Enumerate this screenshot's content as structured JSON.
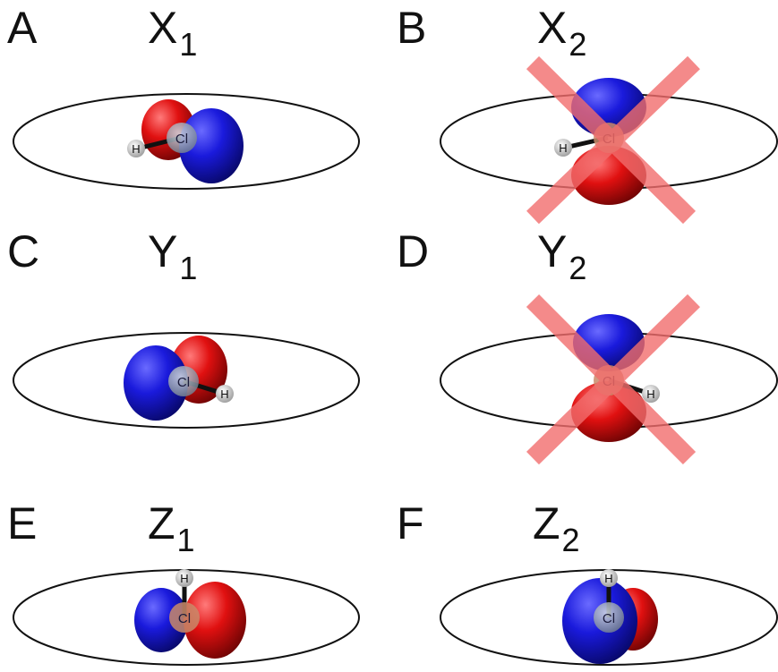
{
  "panels": [
    {
      "letter": "A",
      "title_main": "X",
      "title_sub": "1",
      "view": "x1",
      "crossed": false
    },
    {
      "letter": "B",
      "title_main": "X",
      "title_sub": "2",
      "view": "x2",
      "crossed": true
    },
    {
      "letter": "C",
      "title_main": "Y",
      "title_sub": "1",
      "view": "y1",
      "crossed": false
    },
    {
      "letter": "D",
      "title_main": "Y",
      "title_sub": "2",
      "view": "y2",
      "crossed": true
    },
    {
      "letter": "E",
      "title_main": "Z",
      "title_sub": "1",
      "view": "z1",
      "crossed": false
    },
    {
      "letter": "F",
      "title_main": "Z",
      "title_sub": "2",
      "view": "z2",
      "crossed": false
    }
  ],
  "atoms": {
    "chlorine": "Cl",
    "hydrogen": "H"
  },
  "colors": {
    "lobe_positive": "#1a1adc",
    "lobe_negative": "#e01010",
    "cross": "#f26d6d",
    "ellipse": "#111111",
    "atom_cl": "#9aa6b4",
    "atom_h": "#d8d8d8"
  }
}
